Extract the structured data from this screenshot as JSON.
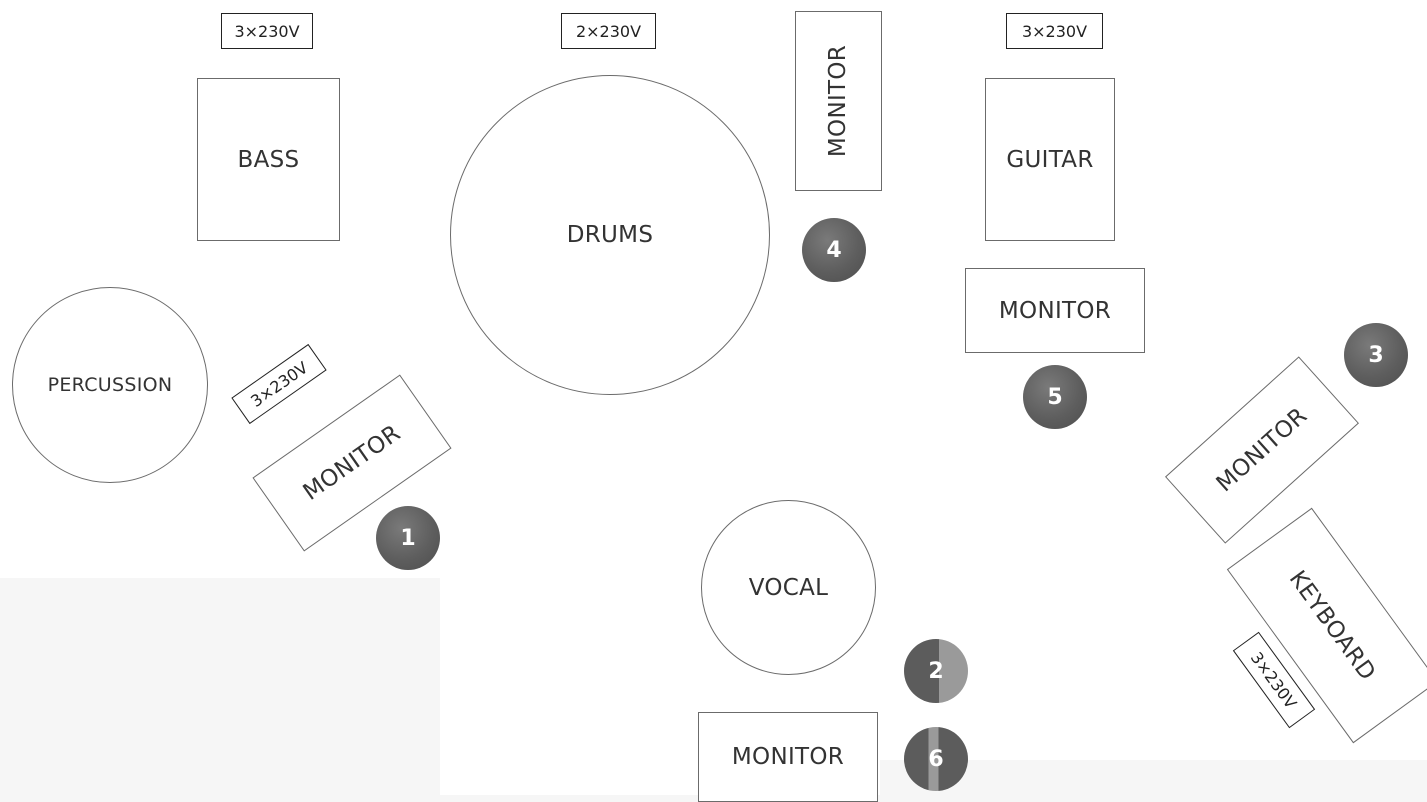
{
  "instruments": {
    "bass": "BASS",
    "drums": "DRUMS",
    "guitar": "GUITAR",
    "percussion": "PERCUSSION",
    "vocal": "VOCAL",
    "keyboard": "KEYBOARD"
  },
  "monitors": {
    "drums": "MONITOR",
    "guitar": "MONITOR",
    "percussion": "MONITOR",
    "keyboard": "MONITOR",
    "vocal": "MONITOR"
  },
  "power": {
    "bass": "3×230V",
    "drums": "2×230V",
    "guitar": "3×230V",
    "percussion": "3×230V",
    "keyboard": "3×230V"
  },
  "badges": [
    "1",
    "2",
    "3",
    "4",
    "5",
    "6"
  ],
  "colors": {
    "outline": "#6b6b6b",
    "badge_dark": "#5c5c5c",
    "badge_light": "#9a9a9a"
  }
}
